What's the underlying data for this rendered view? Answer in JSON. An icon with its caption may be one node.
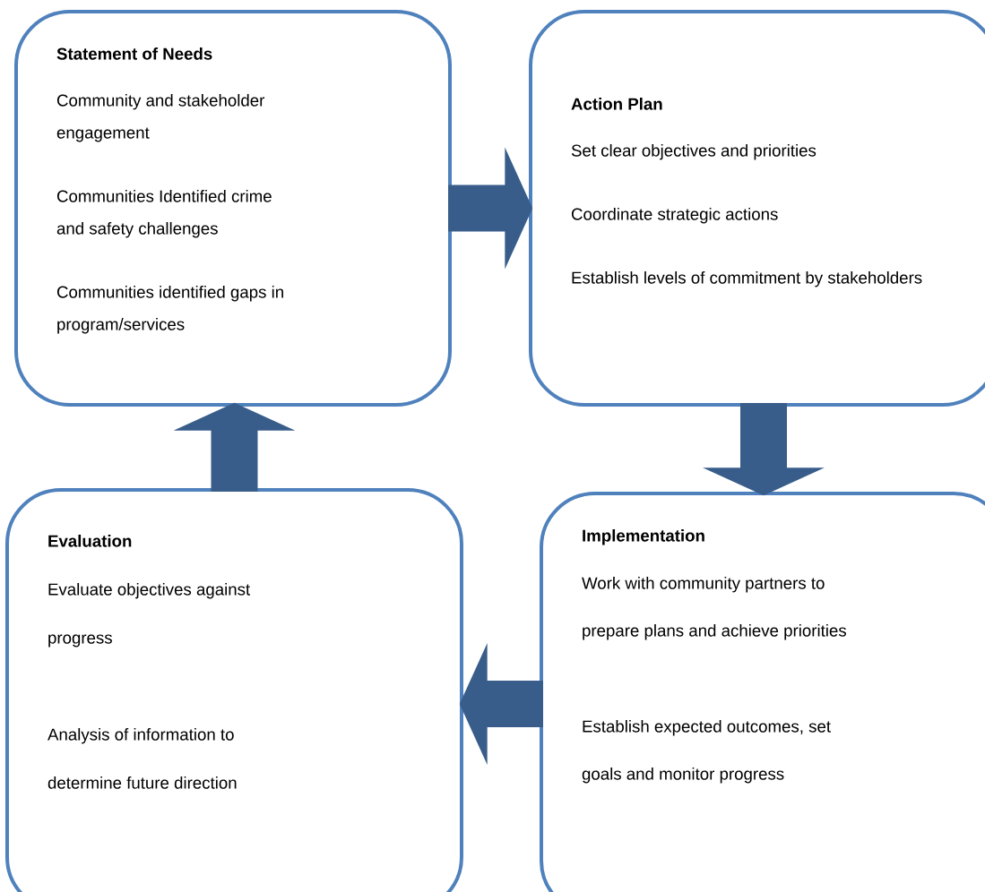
{
  "diagram": {
    "nodes": [
      {
        "text": [
          "Statement of Needs",
          "Community and stakeholder engagement",
          "Communities Identified crime and safety challenges",
          "Communities identified gaps in program/services"
        ]
      },
      {
        "text": [
          "Action Plan",
          "Set clear objectives and priorities",
          "Coordinate strategic actions",
          "Establish levels of commitment by stakeholders"
        ]
      },
      {
        "text": [
          "Evaluation",
          "Evaluate objectives against progress",
          "Analysis of information to determine future direction"
        ]
      },
      {
        "text": [
          "Implementation",
          "Work with community partners to prepare plans and achieve priorities",
          "Establish expected outcomes, set goals and monitor progress"
        ]
      }
    ],
    "edges": [
      {
        "from": 0,
        "to": 1,
        "arrow": "to"
      },
      {
        "from": 1,
        "to": 3,
        "arrow": "to"
      },
      {
        "from": 3,
        "to": 2,
        "arrow": "to"
      },
      {
        "from": 2,
        "to": 0,
        "arrow": "to"
      }
    ]
  }
}
